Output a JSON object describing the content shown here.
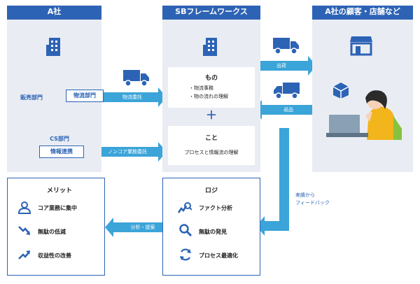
{
  "colors": {
    "primary": "#2d63b5",
    "arrow": "#3ba4d8",
    "panel": "#e9edf3",
    "line": "#2d63b5"
  },
  "company_a": {
    "header": "A社",
    "icon": "building-icon",
    "nodes": {
      "sales": "販売部門",
      "logistics": "物流部門",
      "cs": "CS部門"
    },
    "info_label": "情報連携"
  },
  "sb": {
    "header": "SBフレームワークス",
    "icon": "building-icon",
    "mono": {
      "title": "もの",
      "items": [
        "・物流事務",
        "・物の流れの理解"
      ]
    },
    "plus": "＋",
    "koto": {
      "title": "こと",
      "text": "プロセスと情報流の理解"
    }
  },
  "customers": {
    "header": "A社の顧客・店舗など",
    "icons": [
      "store-icon",
      "package-icon",
      "person-laptop-icon"
    ]
  },
  "arrows": {
    "logistics_outsourcing": "物流委託",
    "noncore_outsourcing": "ノンコア業務委託",
    "shipping": "出荷",
    "returns": "返品",
    "feedback": "実績から\nフィードバック",
    "analysis_proposal": "分析・提案"
  },
  "merit": {
    "title": "メリット",
    "items": [
      {
        "icon": "person-icon",
        "label": "コア業務に集中"
      },
      {
        "icon": "trend-down-icon",
        "label": "無駄の低減"
      },
      {
        "icon": "trend-up-icon",
        "label": "収益性の改善"
      }
    ]
  },
  "logi": {
    "title": "ロジ",
    "items": [
      {
        "icon": "chart-search-icon",
        "label": "ファクト分析"
      },
      {
        "icon": "magnifier-icon",
        "label": "無駄の発見"
      },
      {
        "icon": "cycle-icon",
        "label": "プロセス最適化"
      }
    ]
  }
}
